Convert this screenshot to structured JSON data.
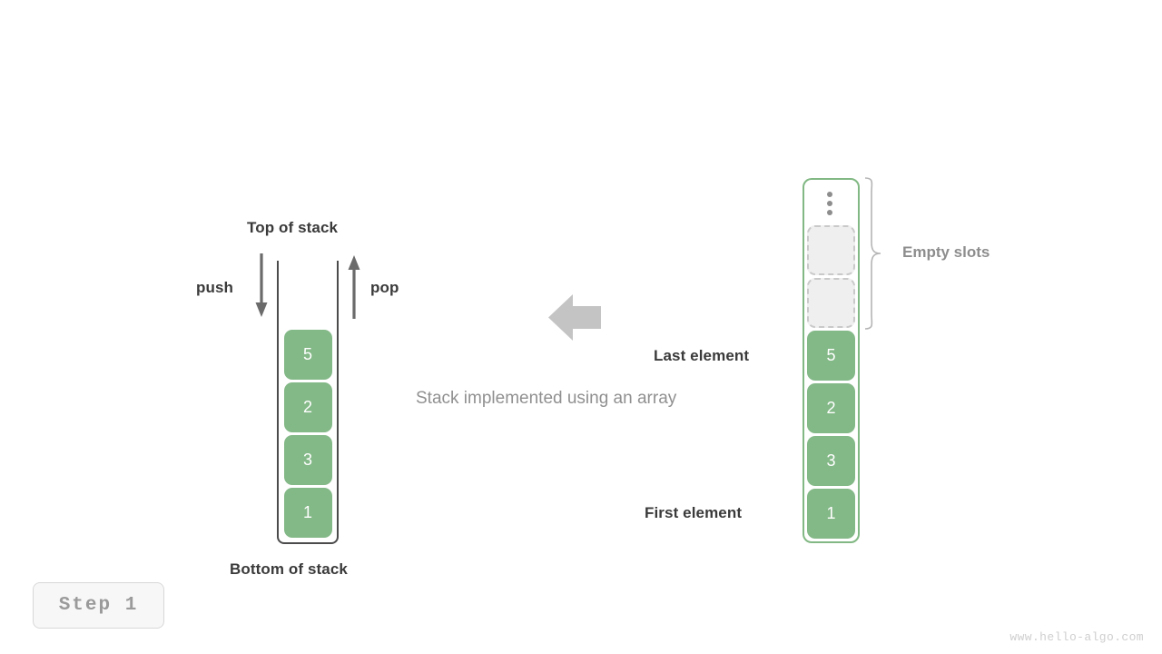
{
  "diagram": {
    "caption": "Stack implemented using an array",
    "watermark": "www.hello-algo.com",
    "step_badge": "Step  1",
    "colors": {
      "element_green": "#83b887",
      "array_border_green": "#81b883",
      "empty_slot_fill": "#efefef",
      "empty_slot_border": "#c9c9c9",
      "stack_wall": "#4b4b4b",
      "label_dark": "#3a3a3a",
      "label_gray": "#8d8d8d",
      "flow_arrow": "#c4c4c4",
      "watermark": "#cfcfcf"
    }
  },
  "stack": {
    "top_label": "Top of stack",
    "bottom_label": "Bottom of stack",
    "push_label": "push",
    "pop_label": "pop",
    "elements": [
      "5",
      "2",
      "3",
      "1"
    ]
  },
  "array": {
    "empty_slots_label": "Empty slots",
    "last_element_label": "Last element",
    "first_element_label": "First element",
    "ellipsis_icon": "vertical-ellipsis-icon",
    "empty_slot_count": 2,
    "elements": [
      "5",
      "2",
      "3",
      "1"
    ]
  }
}
